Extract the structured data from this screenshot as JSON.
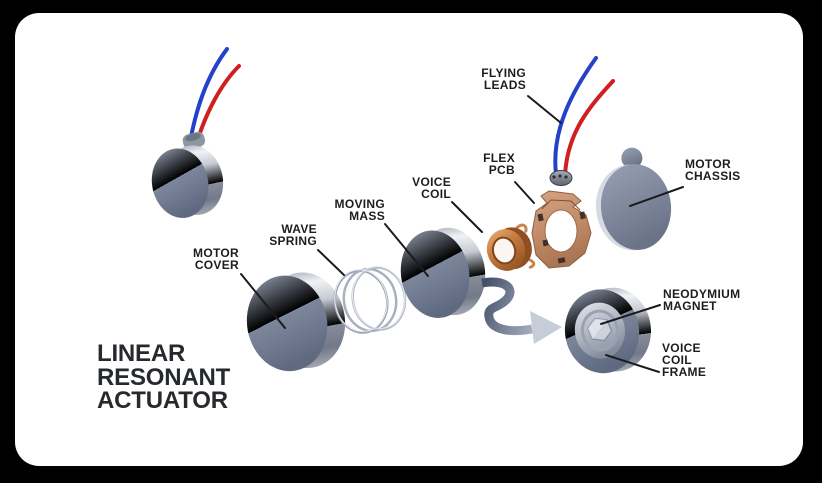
{
  "title": "LINEAR\nRESONANT\nACTUATOR",
  "labels": {
    "flying_leads": "FLYING\nLEADS",
    "flex_pcb": "FLEX\nPCB",
    "motor_chassis": "MOTOR\nCHASSIS",
    "voice_coil": "VOICE\nCOIL",
    "moving_mass": "MOVING\nMASS",
    "wave_spring": "WAVE\nSPRING",
    "motor_cover": "MOTOR\nCOVER",
    "neodymium_magnet": "NEODYMIUM\nMAGNET",
    "voice_coil_frame": "VOICE\nCOIL\nFRAME"
  },
  "colors": {
    "background": "#000000",
    "card": "#ffffff",
    "label-text": "#1d1d1f",
    "title-text": "#26292e",
    "leader-line": "#1c1c1c",
    "wire-blue": "#2441c9",
    "wire-red": "#cf2020",
    "copper": "#c9854f",
    "flex-pcb-copper": "#c48f6e",
    "steel-face": "#76809a",
    "steel-rim": "#c7ccd6",
    "arrow-gray": "#97a0b2"
  }
}
